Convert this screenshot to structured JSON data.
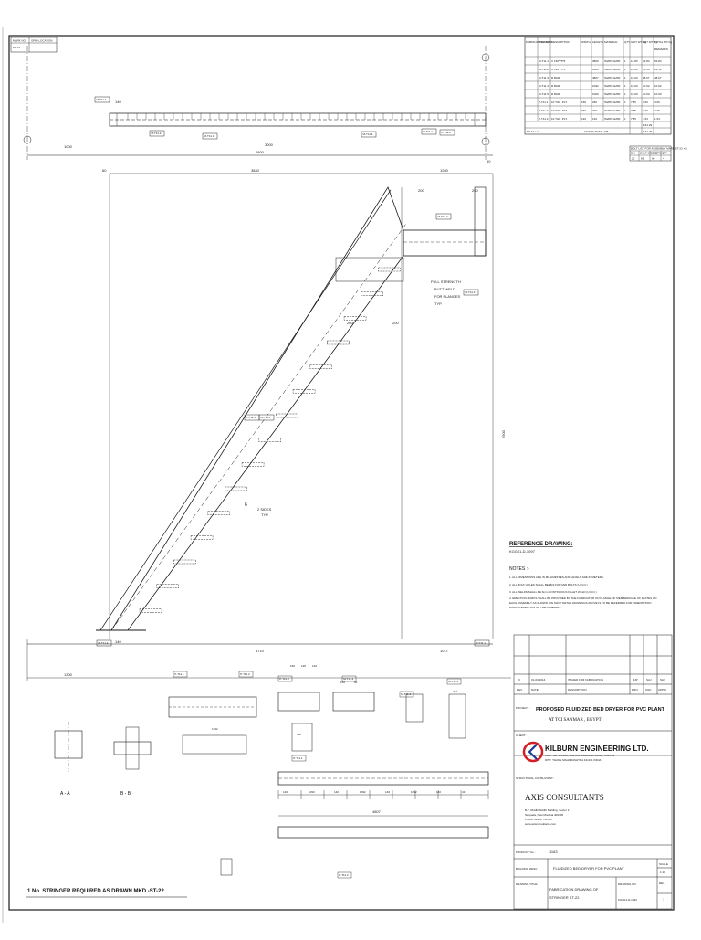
{
  "corner_table": {
    "headers": [
      "MARK NO.",
      "GRID LOCATION"
    ],
    "row": [
      "ST-22",
      "-",
      "-"
    ]
  },
  "bom": {
    "headers": [
      "FABRICATION MARK",
      "ITEM NO.",
      "DESCRIPTION",
      "WIDTH",
      "LENGTH",
      "MATERIAL",
      "QTY",
      "UNIT WT Kg",
      "NET WT Kg",
      "TOTAL WT Kg",
      "REMARKS"
    ],
    "rows": [
      [
        "",
        "M-T11.1",
        "C 150*75*5",
        "",
        "3800",
        "IS2062 E250",
        "1",
        "16.80",
        "63.84",
        "63.84",
        ""
      ],
      [
        "",
        "M-T11.2",
        "C 150*75*5",
        "",
        "1280",
        "IS2062 E250",
        "1",
        "16.80",
        "21.50",
        "21.50",
        ""
      ],
      [
        "",
        "M-T11.3",
        "R BAR",
        "",
        "4807",
        "IS2062 E250",
        "1",
        "10.00",
        "48.07",
        "48.07",
        ""
      ],
      [
        "",
        "M-T11.4",
        "R BAR",
        "",
        "1092",
        "IS2062 E250",
        "1",
        "10.00",
        "10.92",
        "10.92",
        ""
      ],
      [
        "",
        "M-T11.5",
        "R BAR",
        "",
        "1000",
        "IS2062 E250",
        "1",
        "10.00",
        "10.00",
        "10.00",
        ""
      ],
      [
        "",
        "P-T11.1",
        "10 THK. PLT.",
        "150",
        "260",
        "IS2062 E250",
        "1",
        "7.85",
        "3.06",
        "3.06",
        ""
      ],
      [
        "",
        "P-T11.2",
        "10 THK. PLT.",
        "150",
        "200",
        "IS2062 E250",
        "1",
        "7.85",
        "2.36",
        "2.36",
        ""
      ],
      [
        "",
        "P-T11.3",
        "10 THK. PLT.",
        "140",
        "140",
        "IS2062 E250",
        "1",
        "7.85",
        "1.54",
        "1.54",
        ""
      ]
    ],
    "subtotal": "161.29",
    "footer": [
      "ST-22 × 1",
      "GRAND TOTAL WT.",
      "161.29"
    ]
  },
  "bolt_table": {
    "title": "BOLT LIST FOR ASSEMBLY MARK ST-22 × 1",
    "headers": [
      "DIA",
      "BOLT GRADE",
      "LENGTH",
      "QTY"
    ],
    "row": [
      "20",
      "8.8",
      "60",
      "4"
    ]
  },
  "elevation": {
    "dimensions": {
      "total": "4800",
      "left_offset": "1000",
      "top_run": "3000",
      "right_run": "1260",
      "upper_left": "3840",
      "end_a": "60",
      "end_b": "60",
      "bottom_run": "3710",
      "bottom_right": "1017",
      "bottom_left": "1300",
      "plate_a": "140",
      "plate_b": "140",
      "plate_c": "260",
      "plate_d": "260",
      "plate_e": "200",
      "landing_h": "200",
      "vertical_height": "2900"
    },
    "weld_note": [
      "FULL STRENGTH",
      "BUTT WELD",
      "FOR FLANGES",
      "TYP."
    ],
    "side_note": [
      "6",
      "2 SIDES",
      "TYP."
    ],
    "tags": [
      "M-T11.1",
      "M-T11.2",
      "M-T11.3",
      "M-T11.4",
      "P-T11.1",
      "P-T11.2",
      "P-T11.3"
    ]
  },
  "details": {
    "section_a": "A - A",
    "section_b": "B - B",
    "dims_row1": [
      "140",
      "1093",
      "140",
      "1092",
      "140",
      "1092",
      "140",
      "417"
    ],
    "dim_total": "4807",
    "dims_small": [
      "150",
      "120",
      "140",
      "1202",
      "150",
      "60",
      "362",
      "283"
    ],
    "tags": [
      "P-T11.1",
      "P-T11.2",
      "P-T11.3",
      "M-T11.3",
      "M-T11.4",
      "M-T11.5"
    ]
  },
  "stringer_note": "1 No. STRINGER REQUIRED AS DRAWN MKD -ST-22",
  "reference": {
    "label": "REFERENCE DRAWING:",
    "value": "KGG01-D-1097"
  },
  "notes": {
    "label": "NOTES :-",
    "items": [
      "1. ALL DIMENSIONS ARE IN MILLIMETRES AND LEVELS ARE IN METERS.",
      "2. ALL BOLT HOLES SHALL BE Ø22 FOR M20 BOLTS (U.N.O.)",
      "3. ALL WELDS SHALL BE 6mm CONTINUOUS FILLET WELD (U.N.O.)",
      "4. ERECTION MARKS SHALL BE PROVIDED BY THE FABRICATOR ON FLANGE OF MEMBER/FACE OF PLATES ON EACH ASSEMBLY AS SHOWN. ON SHOP DETAIL DRAWINGS ABOVE IS TO BE REFERRED FOR ORIENTATION DURING ERECTION OF THE ASSEMBLY."
    ]
  },
  "revision": {
    "row": [
      "0",
      "31-03-2014",
      "ISSUED FOR FABRICATION",
      "RJP",
      "SAJ",
      "SAJ"
    ],
    "headers": [
      "REV.",
      "DATE",
      "DESCRIPTION",
      "DRN.",
      "CHK.",
      "APP'D."
    ]
  },
  "project": {
    "label": "PROJECT :",
    "title": "PROPOSED FLUIDIZED BED DRYER FOR PVC PLANT",
    "location": "AT TCI SANMAR , EGYPT"
  },
  "client": {
    "label": "CLIENT :",
    "name": "KILBURN ENGINEERING LTD.",
    "address_lines": [
      "PLOT NO. 6 MIDC, KALYAN BHIWANDI ROAD, KALYAN",
      "DIST. THANE MAHARASHTRA 421311 INDIA"
    ]
  },
  "consultant": {
    "label": "STRUCTURAL CONSULTANT :",
    "name": "AXIS CONSULTANTS",
    "address_lines": [
      "B-7, Riddhi Siddhi Building, Sector 17",
      "Sanpada, Navi Mumbai 400705",
      "Phone: 022-27750755",
      "www.axisconsultants.com"
    ]
  },
  "product": {
    "label": "PRODUCT No. :",
    "value": "1163"
  },
  "building": {
    "label": "BUILDING DESC:",
    "value": "FLUIDIZED BED DRYER FOR PVC PLANT",
    "scale_label": "SCALE",
    "scale": "1:10"
  },
  "drawing": {
    "title_label": "DRAWING TITLE:",
    "title_lines": [
      "FABRICATION DRAWING OF",
      "STRINGER ST-22"
    ],
    "no_label": "DRAWING NO.",
    "number": "KGG01-D-1493",
    "rev_label": "REV.",
    "rev": "1"
  },
  "colors": {
    "line": "#1a1a1a",
    "logo_red": "#d21f26",
    "logo_blue": "#1c3f94"
  }
}
